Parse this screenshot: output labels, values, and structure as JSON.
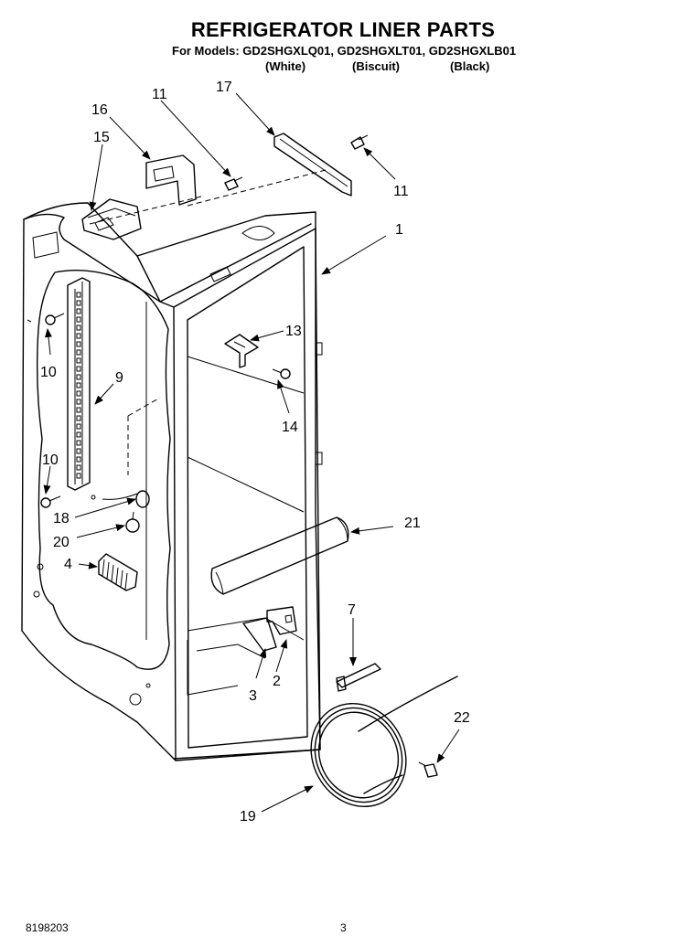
{
  "header": {
    "title": "REFRIGERATOR LINER PARTS",
    "models_line": "For Models: GD2SHGXLQ01, GD2SHGXLT01, GD2SHGXLB01",
    "variants": [
      "(White)",
      "(Biscuit)",
      "(Black)"
    ]
  },
  "callouts": [
    "1",
    "2",
    "3",
    "4",
    "7",
    "9",
    "10",
    "10",
    "11",
    "11",
    "13",
    "14",
    "15",
    "16",
    "17",
    "18",
    "19",
    "20",
    "21",
    "22"
  ],
  "footer": {
    "doc_number": "8198203",
    "page_number": "3"
  }
}
